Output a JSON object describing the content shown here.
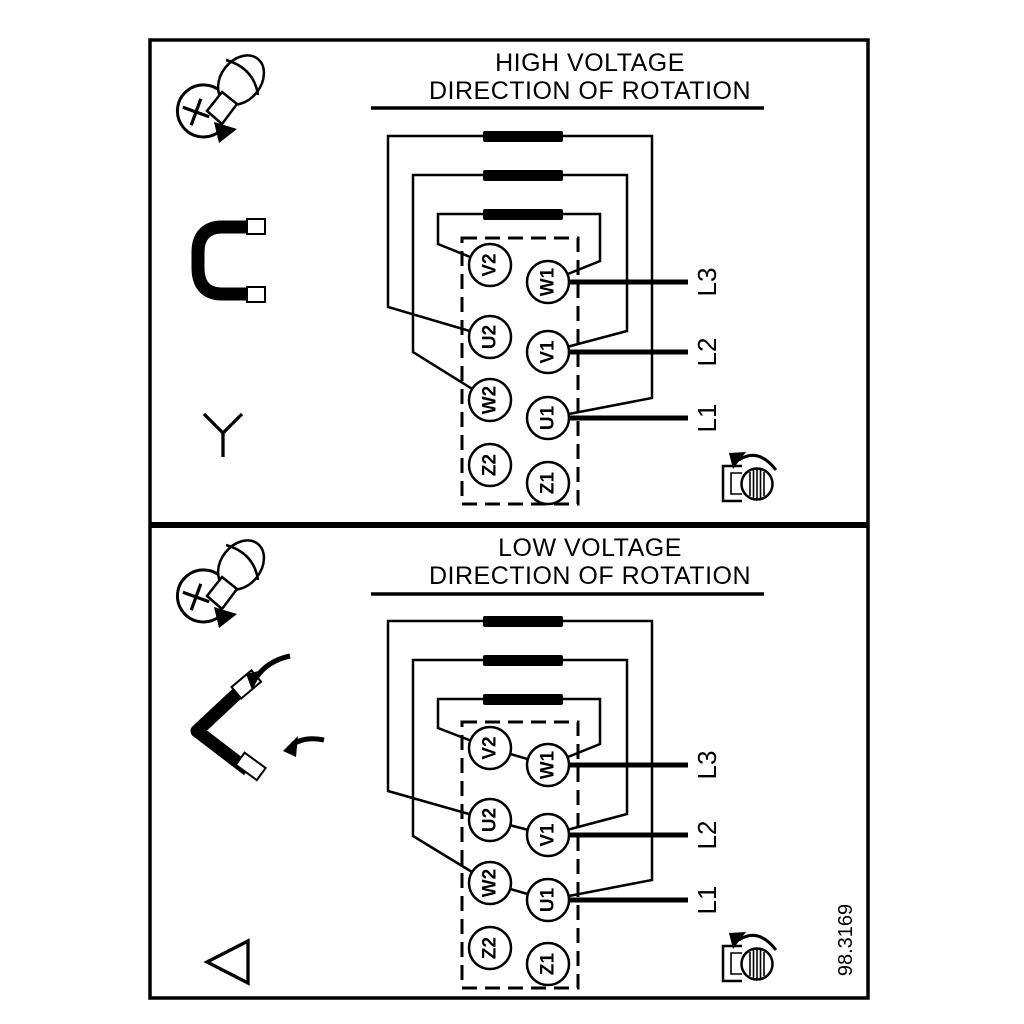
{
  "figure_number": "98.3169",
  "colors": {
    "ink": "#000000",
    "paper": "#ffffff"
  },
  "panels": [
    {
      "id": "high-voltage",
      "title_line1": "HIGH VOLTAGE",
      "title_line2": "DIRECTION OF ROTATION",
      "connection": "star",
      "terminals_left": [
        "V2",
        "U2",
        "W2",
        "Z2"
      ],
      "terminals_right": [
        "W1",
        "V1",
        "U1",
        "Z1"
      ],
      "lines": [
        "L3",
        "L2",
        "L1"
      ],
      "icons": [
        "screw-rotation-icon",
        "terminal-link-icon",
        "star-symbol-icon",
        "rotation-direction-icon"
      ]
    },
    {
      "id": "low-voltage",
      "title_line1": "LOW VOLTAGE",
      "title_line2": "DIRECTION OF ROTATION",
      "connection": "delta",
      "terminals_left": [
        "V2",
        "U2",
        "W2",
        "Z2"
      ],
      "terminals_right": [
        "W1",
        "V1",
        "U1",
        "Z1"
      ],
      "lines": [
        "L3",
        "L2",
        "L1"
      ],
      "icons": [
        "screw-rotation-icon",
        "delta-links-icon",
        "delta-symbol-icon",
        "rotation-direction-icon"
      ]
    }
  ]
}
